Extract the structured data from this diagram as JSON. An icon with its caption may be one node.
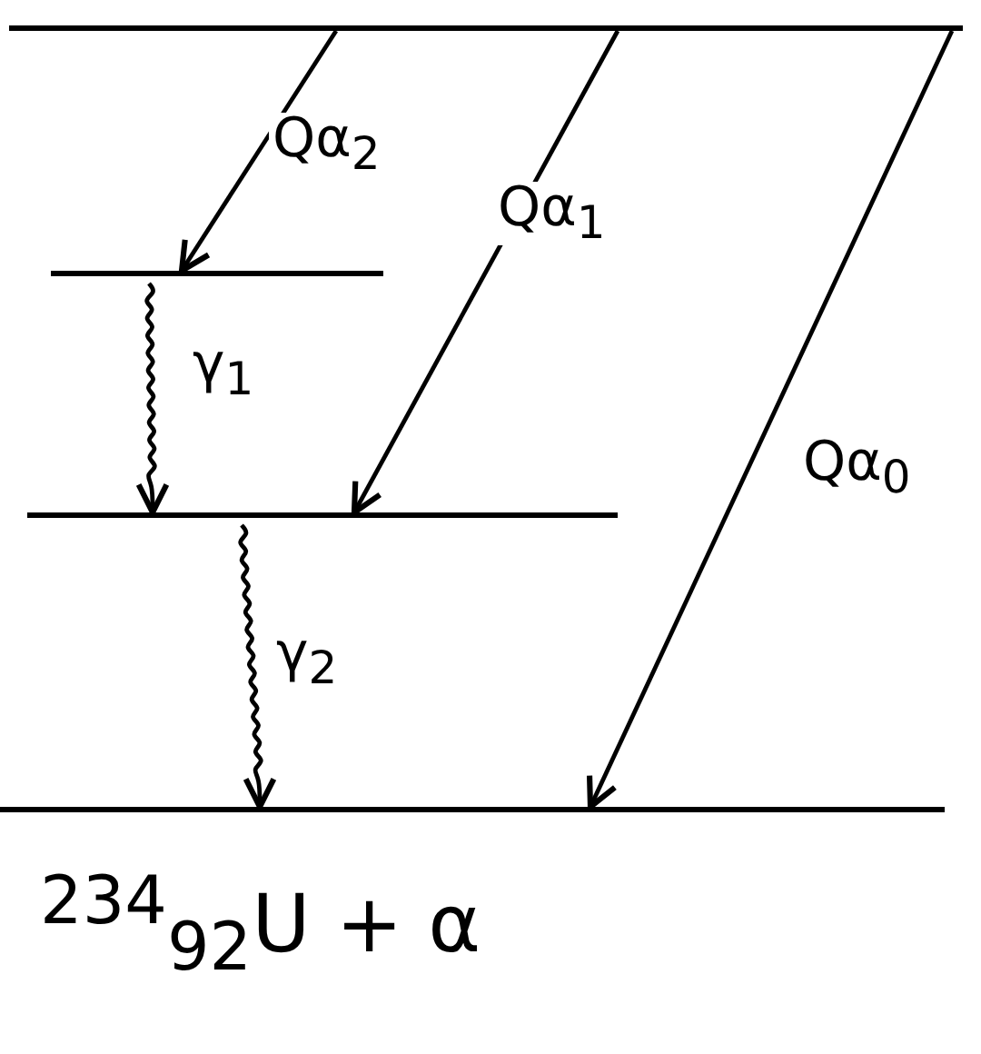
{
  "diagram": {
    "nodes": [
      {
        "text": [],
        "shape": "bar"
      },
      {
        "text": [],
        "shape": "bar"
      },
      {
        "text": [],
        "shape": "bar"
      },
      {
        "text": [],
        "shape": "bar"
      }
    ],
    "edges": [
      {
        "from": 0,
        "to": 1,
        "arrow": "to",
        "label": "Qα$_{2}$"
      },
      {
        "from": 0,
        "to": 2,
        "arrow": "to",
        "label": "Qα$_{1}$"
      },
      {
        "from": 0,
        "to": 3,
        "arrow": "to",
        "label": "Qα$_{0}$"
      },
      {
        "from": 1,
        "to": 2,
        "arrow": "to",
        "label": "γ$_{1}$"
      },
      {
        "from": 2,
        "to": 3,
        "arrow": "to",
        "label": "γ$_{2}$"
      }
    ],
    "labels": [
      "$^{234}$$_{92}$U + α"
    ]
  }
}
